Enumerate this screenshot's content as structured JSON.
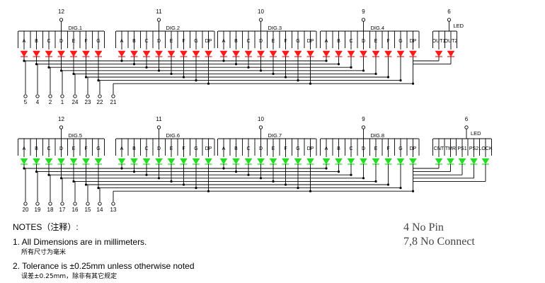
{
  "segments_std": [
    "A",
    "B",
    "C",
    "D",
    "E",
    "F",
    "G"
  ],
  "segments_dp": [
    "A",
    "B",
    "C",
    "D",
    "E",
    "F",
    "G",
    "DP"
  ],
  "top_row": {
    "led_color": "#ff1a1a",
    "groups": [
      {
        "label": "DIG.1",
        "pin": "12",
        "segments": [
          "A",
          "B",
          "C",
          "D",
          "E",
          "F",
          "G"
        ]
      },
      {
        "label": "DIG.2",
        "pin": "11",
        "segments": [
          "A",
          "B",
          "C",
          "D",
          "E",
          "F",
          "G",
          "DP"
        ]
      },
      {
        "label": "DIG.3",
        "pin": "10",
        "segments": [
          "A",
          "B",
          "C",
          "D",
          "E",
          "F",
          "G",
          "DP"
        ]
      },
      {
        "label": "DIG.4",
        "pin": "9",
        "segments": [
          "A",
          "B",
          "C",
          "D",
          "E",
          "F",
          "G",
          "DP"
        ]
      },
      {
        "label": "LED",
        "pin": "6",
        "segments": [
          "OUT1",
          "OUT2"
        ]
      }
    ],
    "bottom_pins": [
      "5",
      "4",
      "2",
      "1",
      "24",
      "23",
      "22",
      "21"
    ]
  },
  "bottom_row": {
    "led_color": "#22dd22",
    "groups": [
      {
        "label": "DIG.5",
        "pin": "12",
        "segments": [
          "A",
          "B",
          "C",
          "D",
          "E",
          "F",
          "G"
        ]
      },
      {
        "label": "DIG.6",
        "pin": "11",
        "segments": [
          "A",
          "B",
          "C",
          "D",
          "E",
          "F",
          "G",
          "DP"
        ]
      },
      {
        "label": "DIG.7",
        "pin": "10",
        "segments": [
          "A",
          "B",
          "C",
          "D",
          "E",
          "F",
          "G",
          "DP"
        ]
      },
      {
        "label": "DIG.8",
        "pin": "9",
        "segments": [
          "A",
          "B",
          "C",
          "D",
          "E",
          "F",
          "G",
          "DP"
        ]
      },
      {
        "label": "LED",
        "pin": "6",
        "segments": [
          "CNT",
          "TMR",
          "PS1",
          "PS2",
          "LOCK"
        ]
      }
    ],
    "bottom_pins": [
      "20",
      "19",
      "18",
      "17",
      "16",
      "15",
      "14",
      "13"
    ]
  },
  "notes": {
    "title": "NOTES（注释）:",
    "items": [
      {
        "en": "1. All Dimensions are in millimeters.",
        "cn": "所有尺寸为毫米"
      },
      {
        "en": "2. Tolerance is ±0.25mm unless otherwise noted",
        "cn": "误差±0.25mm，除非有其它规定"
      }
    ]
  },
  "pin_notes": [
    "4 No Pin",
    "7,8 No Connect"
  ]
}
